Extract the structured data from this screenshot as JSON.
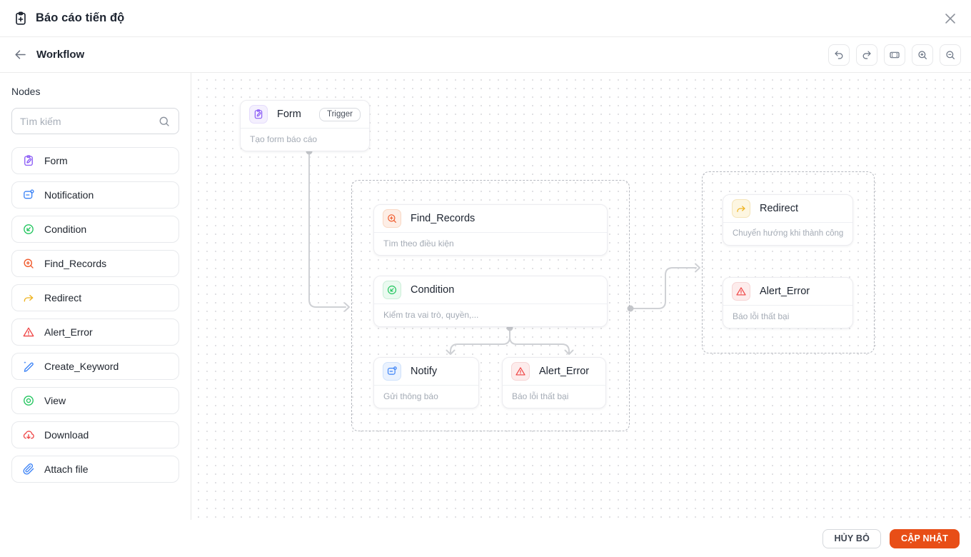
{
  "colors": {
    "accent": "#e84e17",
    "purple": "#8b5cf6",
    "blue": "#3b82f6",
    "green": "#22c55e",
    "orange": "#f0592a",
    "amber": "#eeb321",
    "red": "#ef4444",
    "purple-bg": "#f4f0fe",
    "blue-bg": "#eaf2fe",
    "green-bg": "#eafaf0",
    "orange-bg": "#fdeee6",
    "amber-bg": "#fdf6e1",
    "red-bg": "#fdecec",
    "edge": "#cfd1d5"
  },
  "header": {
    "title": "Báo cáo tiến độ"
  },
  "toolbar": {
    "title": "Workflow"
  },
  "sidebar": {
    "title": "Nodes",
    "search_placeholder": "Tìm kiếm",
    "items": [
      {
        "label": "Form"
      },
      {
        "label": "Notification"
      },
      {
        "label": "Condition"
      },
      {
        "label": "Find_Records"
      },
      {
        "label": "Redirect"
      },
      {
        "label": "Alert_Error"
      },
      {
        "label": "Create_Keyword"
      },
      {
        "label": "View"
      },
      {
        "label": "Download"
      },
      {
        "label": "Attach file"
      }
    ]
  },
  "canvas": {
    "nodes": {
      "form": {
        "title": "Form",
        "badge": "Trigger",
        "subtitle": "Tạo form báo cáo"
      },
      "find_records": {
        "title": "Find_Records",
        "subtitle": "Tìm theo điều kiện"
      },
      "condition": {
        "title": "Condition",
        "subtitle": "Kiểm tra vai trò, quyền,..."
      },
      "notify": {
        "title": "Notify",
        "subtitle": "Gửi thông báo"
      },
      "alert_error_mid": {
        "title": "Alert_Error",
        "subtitle": "Báo lỗi thất bại"
      },
      "redirect": {
        "title": "Redirect",
        "subtitle": "Chuyển hướng khi thành công"
      },
      "alert_error_right": {
        "title": "Alert_Error",
        "subtitle": "Báo lỗi thất bại"
      }
    }
  },
  "footer": {
    "cancel": "HỦY BỎ",
    "submit": "CẬP NHẬT"
  }
}
